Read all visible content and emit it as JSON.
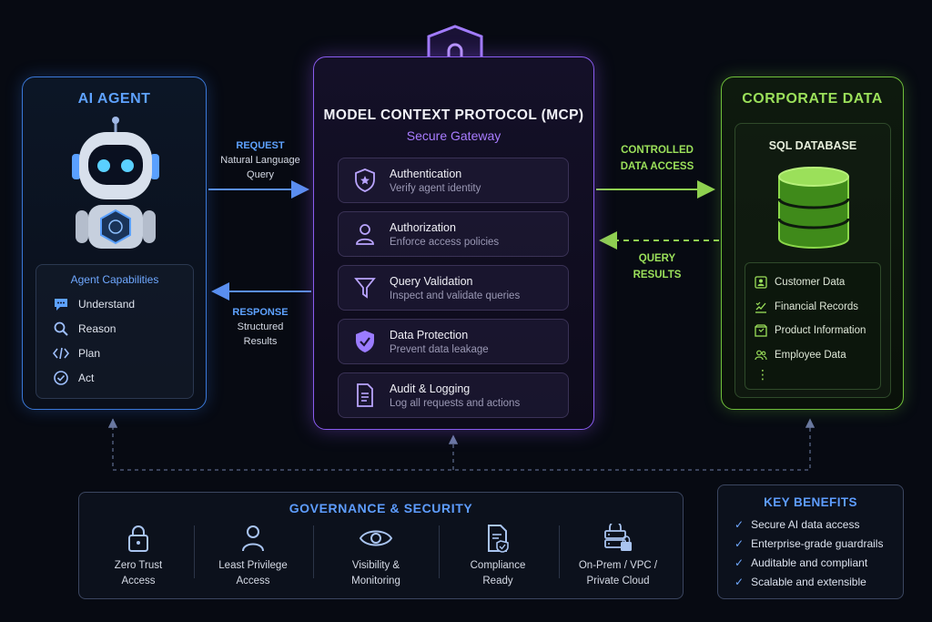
{
  "agent": {
    "title": "AI AGENT",
    "capabilities_title": "Agent Capabilities",
    "capabilities": [
      {
        "label": "Understand",
        "icon": "chat-bubble-icon"
      },
      {
        "label": "Reason",
        "icon": "magnifier-icon"
      },
      {
        "label": "Plan",
        "icon": "code-icon"
      },
      {
        "label": "Act",
        "icon": "check-circle-icon"
      }
    ]
  },
  "request": {
    "title": "REQUEST",
    "line1": "Natural Language",
    "line2": "Query"
  },
  "response": {
    "title": "RESPONSE",
    "line1": "Structured",
    "line2": "Results"
  },
  "mcp": {
    "title": "MODEL CONTEXT PROTOCOL (MCP)",
    "subtitle": "Secure Gateway",
    "features": [
      {
        "title": "Authentication",
        "desc": "Verify agent identity",
        "icon": "shield-star-icon"
      },
      {
        "title": "Authorization",
        "desc": "Enforce access policies",
        "icon": "user-icon"
      },
      {
        "title": "Query Validation",
        "desc": "Inspect and validate queries",
        "icon": "funnel-icon"
      },
      {
        "title": "Data Protection",
        "desc": "Prevent data leakage",
        "icon": "shield-check-icon"
      },
      {
        "title": "Audit & Logging",
        "desc": "Log all requests and actions",
        "icon": "document-icon"
      }
    ]
  },
  "controlled": {
    "line1": "CONTROLLED",
    "line2": "DATA ACCESS"
  },
  "query_results": {
    "line1": "QUERY",
    "line2": "RESULTS"
  },
  "corporate": {
    "title": "CORPORATE DATA",
    "db_title": "SQL DATABASE",
    "items": [
      {
        "label": "Customer Data",
        "icon": "contact-card-icon"
      },
      {
        "label": "Financial Records",
        "icon": "chart-check-icon"
      },
      {
        "label": "Product Information",
        "icon": "box-icon"
      },
      {
        "label": "Employee Data",
        "icon": "people-icon"
      }
    ],
    "more": "⋮"
  },
  "governance": {
    "title": "GOVERNANCE & SECURITY",
    "items": [
      {
        "line1": "Zero Trust",
        "line2": "Access",
        "icon": "lock-icon"
      },
      {
        "line1": "Least Privilege",
        "line2": "Access",
        "icon": "person-icon"
      },
      {
        "line1": "Visibility &",
        "line2": "Monitoring",
        "icon": "eye-icon"
      },
      {
        "line1": "Compliance",
        "line2": "Ready",
        "icon": "compliance-doc-icon"
      },
      {
        "line1": "On-Prem / VPC /",
        "line2": "Private Cloud",
        "icon": "server-lock-icon"
      }
    ]
  },
  "benefits": {
    "title": "KEY BENEFITS",
    "items": [
      "Secure AI data access",
      "Enterprise-grade guardrails",
      "Auditable and compliant",
      "Scalable and extensible"
    ]
  },
  "colors": {
    "agent": "#5ea2ff",
    "mcp": "#a87cff",
    "corporate": "#9be05a"
  }
}
